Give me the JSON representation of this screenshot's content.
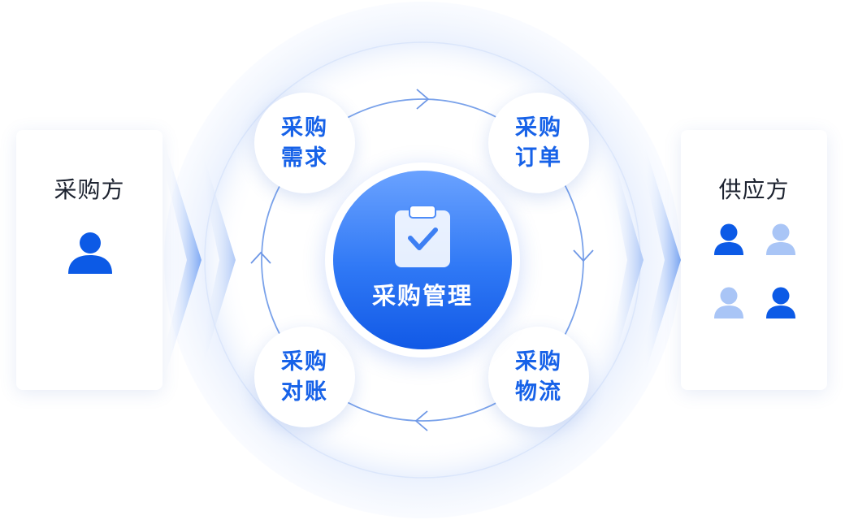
{
  "buyer": {
    "title": "采购方",
    "icon": "user-icon"
  },
  "supplier": {
    "title": "供应方",
    "icons": [
      "user-icon",
      "user-icon",
      "user-icon",
      "user-icon"
    ]
  },
  "center": {
    "label": "采购管理",
    "icon": "clipboard-check-icon"
  },
  "nodes": {
    "demand": {
      "line1": "采购",
      "line2": "需求"
    },
    "order": {
      "line1": "采购",
      "line2": "订单"
    },
    "logistics": {
      "line1": "采购",
      "line2": "物流"
    },
    "reconcile": {
      "line1": "采购",
      "line2": "对账"
    }
  },
  "colors": {
    "primary": "#1762e8",
    "icon_dark": "#0c5ae6",
    "icon_light": "#a9c5f6",
    "ring": "#7aa2ea",
    "card_shadow": "#466ebe"
  }
}
